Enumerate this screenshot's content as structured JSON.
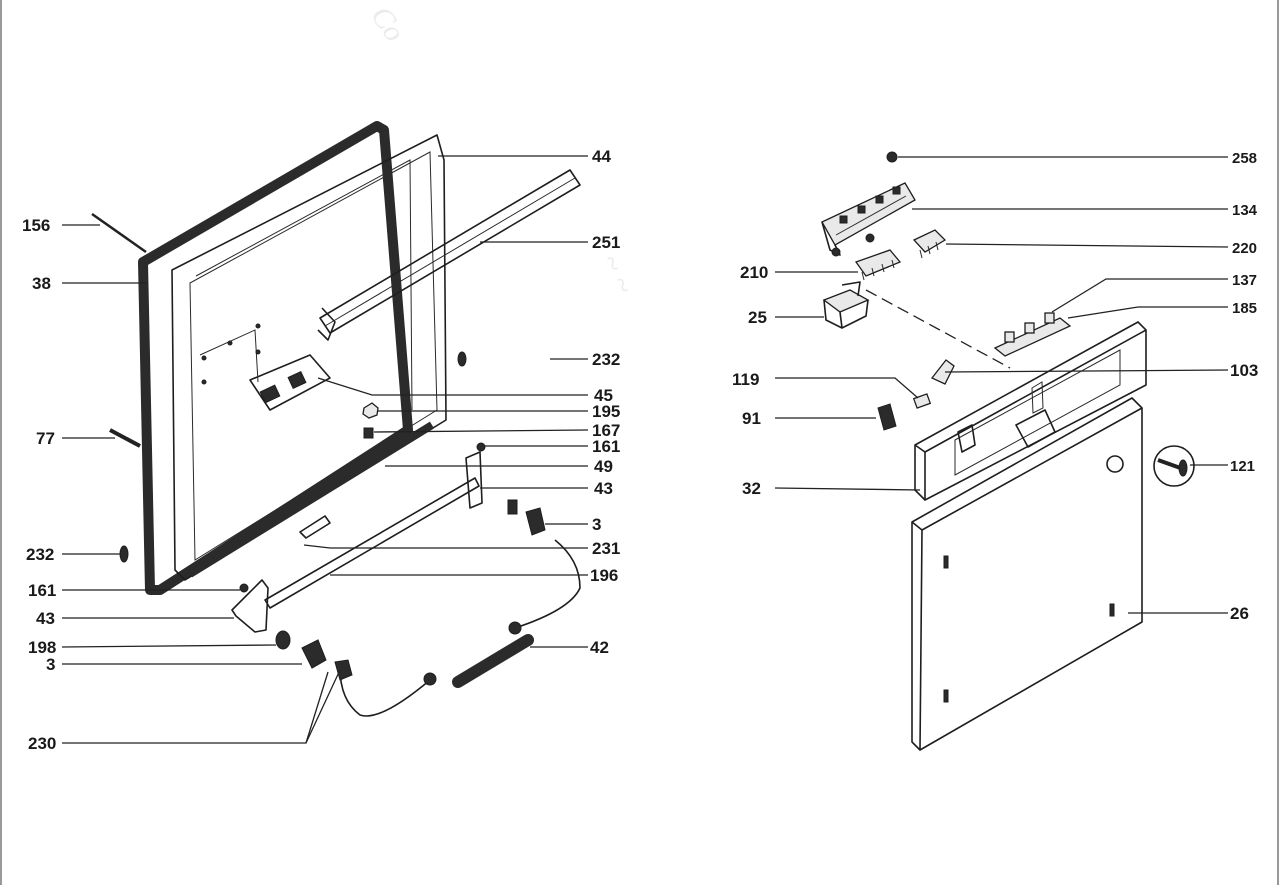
{
  "labels": {
    "l156": "156",
    "l38": "38",
    "l77": "77",
    "l232a": "232",
    "l161a": "161",
    "l43a": "43",
    "l198": "198",
    "l3a": "3",
    "l230": "230",
    "l44": "44",
    "l251": "251",
    "l232b": "232",
    "l45": "45",
    "l195": "195",
    "l167": "167",
    "l161b": "161",
    "l49": "49",
    "l43b": "43",
    "l3b": "3",
    "l231": "231",
    "l196": "196",
    "l42": "42",
    "l258": "258",
    "l134": "134",
    "l220": "220",
    "l210": "210",
    "l137": "137",
    "l25": "25",
    "l185": "185",
    "l119": "119",
    "l103": "103",
    "l91": "91",
    "l121": "121",
    "l32": "32",
    "l26": "26"
  },
  "colors": {
    "ink": "#1e1e1e",
    "seal": "#2b2b2b",
    "background": "#ffffff"
  }
}
